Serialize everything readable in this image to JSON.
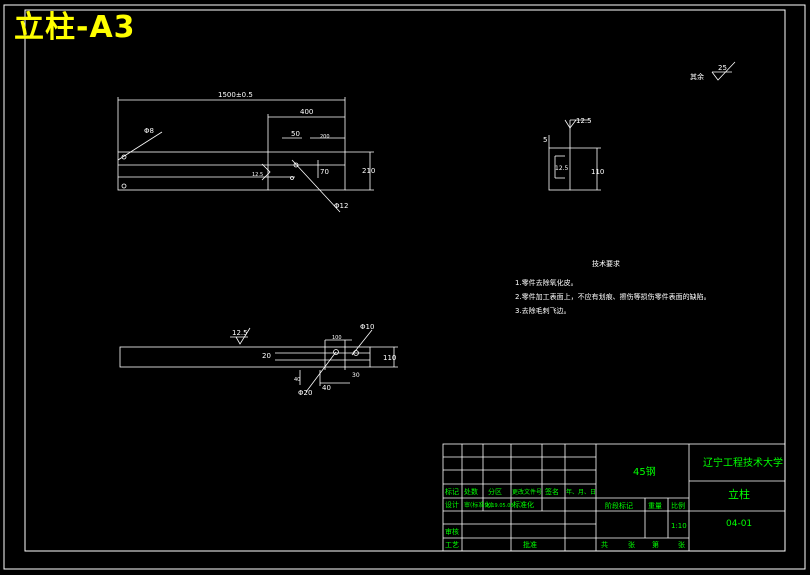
{
  "sheet": {
    "title": "立柱-A3"
  },
  "colors": {
    "background": "#000000",
    "frame": "#ffffff",
    "title_text": "#ffff00",
    "title_block_text": "#00ff00",
    "title_block_lines": "#ffffff"
  },
  "views": {
    "front": {
      "overall_length": "1500±0.5",
      "segment_length": "400",
      "dim_50": "50",
      "dim_200": "200",
      "dim_70": "70",
      "dim_125": "12.5",
      "dim_210": "210",
      "hole_small": "Φ8",
      "hole_large": "Φ12"
    },
    "section": {
      "roughness": "12.5",
      "dim_5": "5",
      "dim_12": "12.5",
      "dim_110": "110"
    },
    "bottom": {
      "roughness": "12.5",
      "dim_20": "20",
      "dim_110": "110",
      "dim_100": "100",
      "dim_40": "40",
      "dim_30": "30",
      "dim_40b": "40",
      "hole_phi10": "Φ10",
      "hole_phi20": "Φ20"
    },
    "surface_finish": {
      "label": "其余",
      "value": "25"
    }
  },
  "tech_requirements": {
    "heading": "技术要求",
    "items": [
      "1.零件去除氧化皮。",
      "2.零件加工表面上，不应有划痕、擦伤等损伤零件表面的缺陷。",
      "3.去除毛刺飞边。"
    ]
  },
  "title_block": {
    "material": "45钢",
    "school": "辽宁工程技术大学",
    "part_name": "立柱",
    "drawing_no": "04-01",
    "scale": "1:10",
    "header_labels": [
      "标记",
      "处数",
      "分区",
      "更改文件号",
      "签名",
      "年、月、日"
    ],
    "row2_labels": [
      "设计",
      "审(标准化)",
      "2019.05.08",
      "标准化"
    ],
    "row3_label": "审核",
    "row4_label": "工艺",
    "approve_label": "批准",
    "stage_label": "阶段标记",
    "weight_label": "重量",
    "scale_label": "比例",
    "sheet_labels": [
      "共",
      "张",
      "第",
      "张"
    ]
  }
}
